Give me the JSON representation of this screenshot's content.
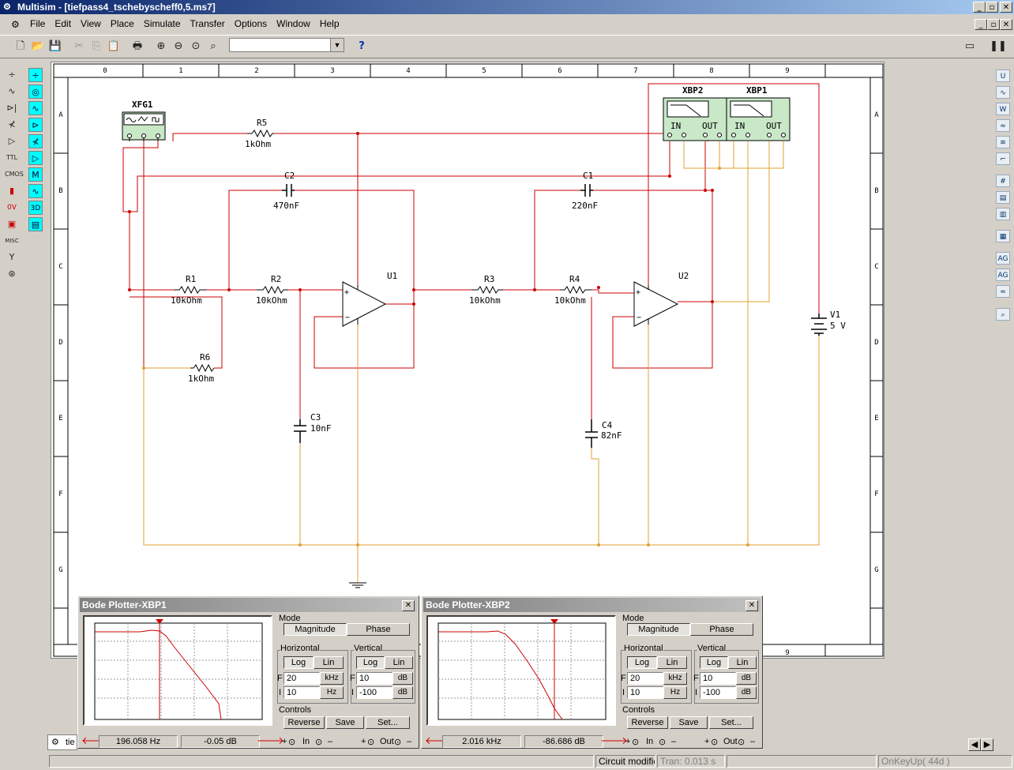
{
  "window": {
    "title": "Multisim - [tiefpass4_tschebyscheff0,5.ms7]"
  },
  "menu": [
    "File",
    "Edit",
    "View",
    "Place",
    "Simulate",
    "Transfer",
    "Options",
    "Window",
    "Help"
  ],
  "schematic": {
    "columns": [
      "0",
      "1",
      "2",
      "3",
      "4",
      "5",
      "6",
      "7",
      "8",
      "9"
    ],
    "rows": [
      "A",
      "B",
      "C",
      "D",
      "E",
      "F",
      "G"
    ],
    "labels": {
      "xfg1": "XFG1",
      "xbp2": "XBP2",
      "xbp1": "XBP1",
      "in": "IN",
      "out": "OUT",
      "r1": "R1",
      "r1v": "10kOhm",
      "r2": "R2",
      "r2v": "10kOhm",
      "r3": "R3",
      "r3v": "10kOhm",
      "r4": "R4",
      "r4v": "10kOhm",
      "r5": "R5",
      "r5v": "1kOhm",
      "r6": "R6",
      "r6v": "1kOhm",
      "c1": "C1",
      "c1v": "220nF",
      "c2": "C2",
      "c2v": "470nF",
      "c3": "C3",
      "c3v": "10nF",
      "c4": "C4",
      "c4v": "82nF",
      "u1": "U1",
      "u2": "U2",
      "v1": "V1",
      "v1v": "5 V",
      "plus": "+",
      "minus": "−"
    }
  },
  "bode1": {
    "title": "Bode Plotter-XBP1",
    "mode": "Mode",
    "magnitude": "Magnitude",
    "phase": "Phase",
    "horizontal": "Horizontal",
    "vertical": "Vertical",
    "log": "Log",
    "lin": "Lin",
    "hF": "20",
    "hFu": "kHz",
    "hI": "10",
    "hIu": "Hz",
    "vF": "10",
    "vFu": "dB",
    "vI": "-100",
    "vIu": "dB",
    "fl": "F",
    "il": "I",
    "controls": "Controls",
    "reverse": "Reverse",
    "save": "Save",
    "set": "Set...",
    "freq": "196.058  Hz",
    "gain": "-0.05 dB",
    "inLabel": "In",
    "outLabel": "Out",
    "plus": "+",
    "minus": "–"
  },
  "bode2": {
    "title": "Bode Plotter-XBP2",
    "mode": "Mode",
    "magnitude": "Magnitude",
    "phase": "Phase",
    "horizontal": "Horizontal",
    "vertical": "Vertical",
    "log": "Log",
    "lin": "Lin",
    "hF": "20",
    "hFu": "kHz",
    "hI": "10",
    "hIu": "Hz",
    "vF": "10",
    "vFu": "dB",
    "vI": "-100",
    "vIu": "dB",
    "fl": "F",
    "il": "I",
    "controls": "Controls",
    "reverse": "Reverse",
    "save": "Save",
    "set": "Set...",
    "freq": "2.016 kHz",
    "gain": "-86.686 dB",
    "inLabel": "In",
    "outLabel": "Out",
    "plus": "+",
    "minus": "–"
  },
  "tab": {
    "label": "tie"
  },
  "status": {
    "modified": "Circuit modified",
    "tran": "Tran: 0.013 s",
    "key": "OnKeyUp( 44d )"
  },
  "colors": {
    "wireRed": "#cc0000",
    "wireOrange": "#e0a030",
    "instrument": "#c8e8c8"
  }
}
